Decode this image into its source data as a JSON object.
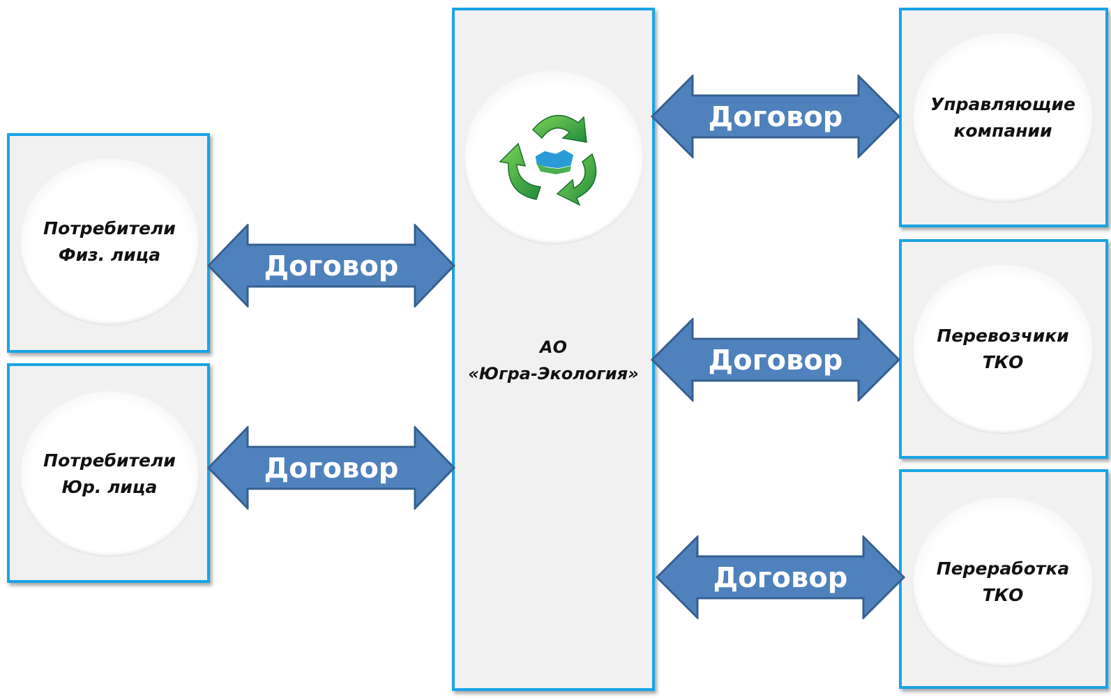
{
  "diagram": {
    "center": {
      "title_line1": "АО",
      "title_line2": "«Югра-Экология»",
      "logo": "recycle-arrows-with-region-map-icon"
    },
    "left_nodes": [
      {
        "line1": "Потребители",
        "line2": "Физ. лица"
      },
      {
        "line1": "Потребители",
        "line2": "Юр. лица"
      }
    ],
    "right_nodes": [
      {
        "line1": "Управляющие",
        "line2": "компании"
      },
      {
        "line1": "Перевозчики",
        "line2": "ТКО"
      },
      {
        "line1": "Переработка",
        "line2": "ТКО"
      }
    ],
    "arrows": [
      {
        "label": "Договор"
      },
      {
        "label": "Договор"
      },
      {
        "label": "Договор"
      },
      {
        "label": "Договор"
      },
      {
        "label": "Договор"
      }
    ],
    "colors": {
      "box_border": "#1aa3e6",
      "box_fill": "#f1f1f1",
      "arrow_fill": "#4f81bd",
      "arrow_stroke": "#35608f",
      "recycle_green": "#3aa54a"
    }
  }
}
